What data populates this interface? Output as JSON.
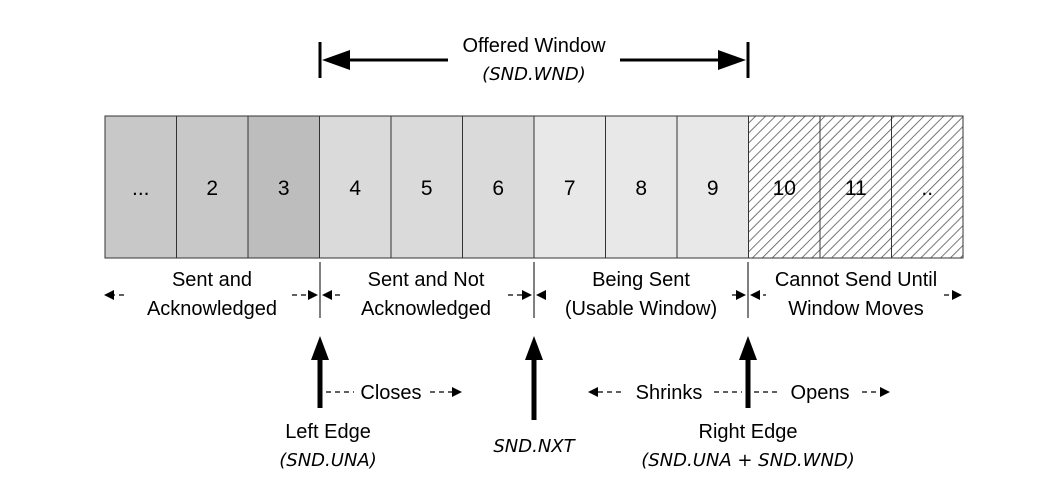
{
  "offered_window": {
    "title": "Offered Window",
    "subtitle": "(SND.WND)"
  },
  "cells": [
    {
      "label": "...",
      "group": "acked"
    },
    {
      "label": "2",
      "group": "acked"
    },
    {
      "label": "3",
      "group": "acked-dark"
    },
    {
      "label": "4",
      "group": "sent"
    },
    {
      "label": "5",
      "group": "sent"
    },
    {
      "label": "6",
      "group": "sent"
    },
    {
      "label": "7",
      "group": "usable"
    },
    {
      "label": "8",
      "group": "usable"
    },
    {
      "label": "9",
      "group": "usable"
    },
    {
      "label": "10",
      "group": "cannot"
    },
    {
      "label": "11",
      "group": "cannot"
    },
    {
      "label": "..",
      "group": "cannot"
    }
  ],
  "colors": {
    "acked": "#c8c8c8",
    "acked-dark": "#bdbdbd",
    "sent": "#dadada",
    "usable": "#e8e8e8",
    "cannot": "#ffffff"
  },
  "regions": {
    "sent_acked": {
      "line1": "Sent and",
      "line2": "Acknowledged"
    },
    "sent_not_acked": {
      "line1": "Sent and Not",
      "line2": "Acknowledged"
    },
    "being_sent": {
      "line1": "Being Sent",
      "line2": "(Usable Window)"
    },
    "cannot_send": {
      "line1": "Cannot Send Until",
      "line2": "Window Moves"
    }
  },
  "movements": {
    "closes": "Closes",
    "shrinks": "Shrinks",
    "opens": "Opens"
  },
  "pointers": {
    "left_edge": {
      "title": "Left Edge",
      "subtitle": "(SND.UNA)"
    },
    "snd_nxt": {
      "title": "SND.NXT"
    },
    "right_edge": {
      "title": "Right Edge",
      "subtitle": "(SND.UNA + SND.WND)"
    }
  }
}
